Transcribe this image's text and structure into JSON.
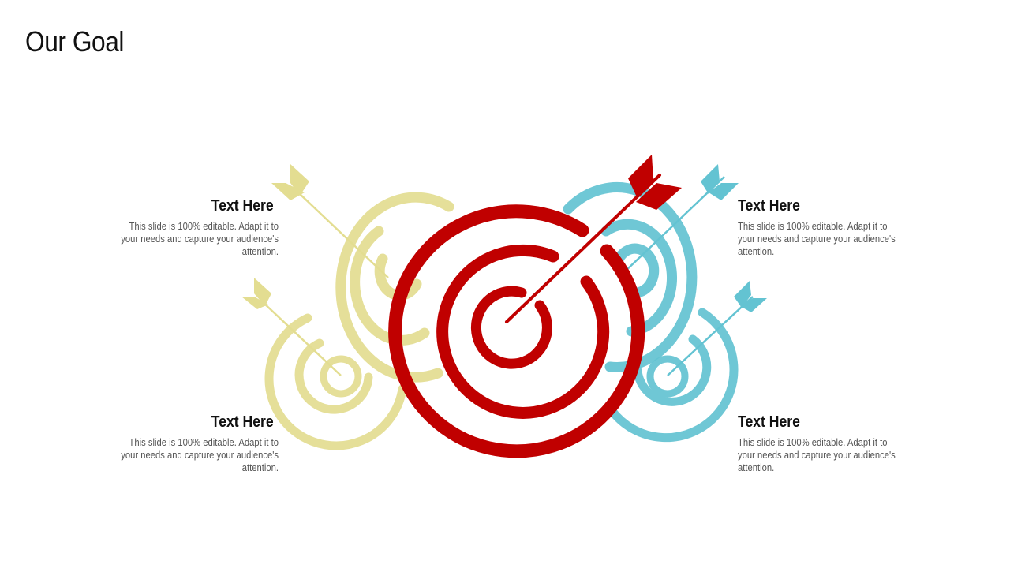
{
  "slide": {
    "title": "Our Goal"
  },
  "blocks": {
    "top_left": {
      "heading": "Text Here",
      "body": "This slide is 100% editable. Adapt it to your needs and capture your audience's attention."
    },
    "bottom_left": {
      "heading": "Text Here",
      "body": "This slide is 100% editable. Adapt it to your needs and capture your audience's attention."
    },
    "top_right": {
      "heading": "Text Here",
      "body": "This slide is 100% editable. Adapt it to your needs and capture your audience's attention."
    },
    "bottom_right": {
      "heading": "Text Here",
      "body": "This slide is 100% editable. Adapt it to your needs and capture your audience's attention."
    }
  },
  "colors": {
    "primary_target": "#c00000",
    "left_targets": "#e3dd91",
    "right_targets": "#63c3d2",
    "title": "#111111",
    "body_text": "#555555"
  },
  "icons": [
    "center-target-icon",
    "arrow-icon",
    "left-target-icon",
    "right-target-icon"
  ]
}
